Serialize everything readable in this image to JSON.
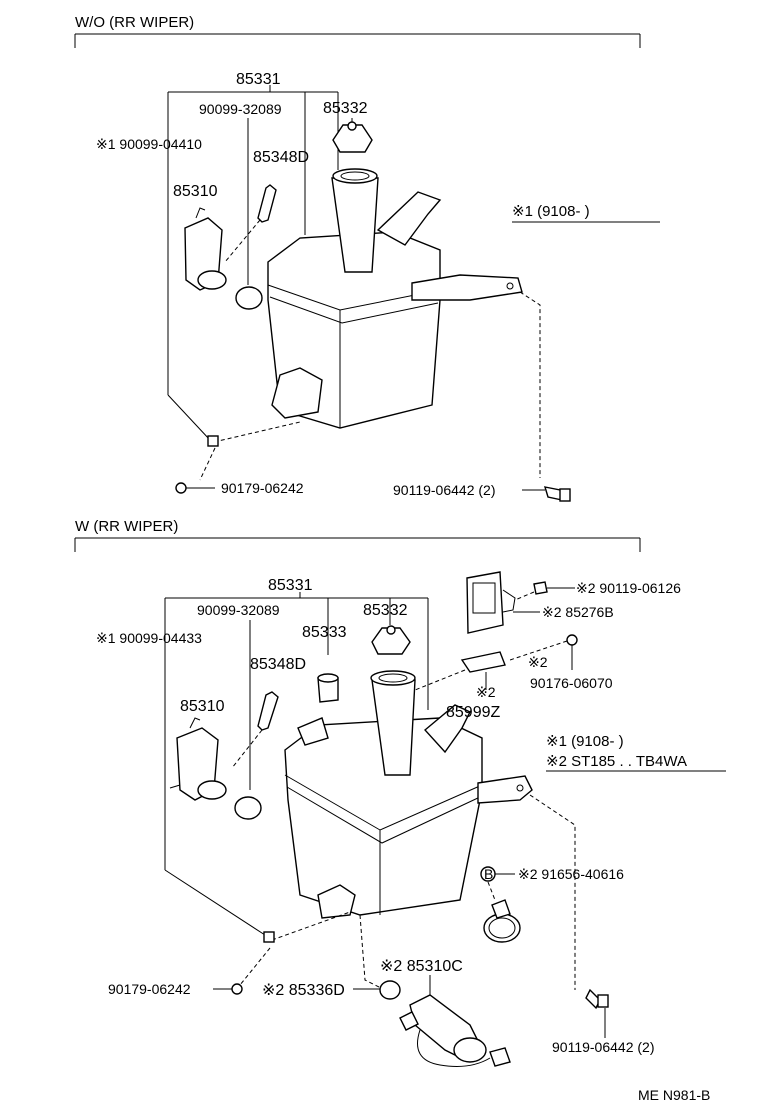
{
  "top": {
    "header": "W/O (RR WIPER)",
    "labels": {
      "tank_assy": "85331",
      "cap_nut": "90099-32089",
      "cap": "85332",
      "grommet_note": "※1 90099-04410",
      "hose": "85348D",
      "motor": "85310",
      "clip_bolt": "90179-06242",
      "bolt": "90119-06442 (2)"
    },
    "note": "※1 (9108-        )"
  },
  "bottom": {
    "header": "W (RR WIPER)",
    "labels": {
      "tank_assy": "85331",
      "cap_nut": "90099-32089",
      "grommet_note": "※1 90099-04433",
      "strainer": "85333",
      "cap": "85332",
      "hose": "85348D",
      "motor": "85310",
      "relay_bolt": "※2 90119-06126",
      "relay": "※2 85276B",
      "nut": "90176-06070",
      "nut_mark": "※2",
      "bracket_mark": "※2",
      "bracket": "85999Z",
      "note1": "※1 (9108-        )",
      "note2": "※2 ST185 . . TB4WA",
      "clamp": "※2 91656-40616",
      "clamp_symbol": "B",
      "rr_motor": "※2 85310C",
      "clip_bolt": "90179-06242",
      "grommet2": "※2 85336D",
      "bolt": "90119-06442 (2)"
    }
  },
  "footer": {
    "code": "ME N981-B"
  }
}
